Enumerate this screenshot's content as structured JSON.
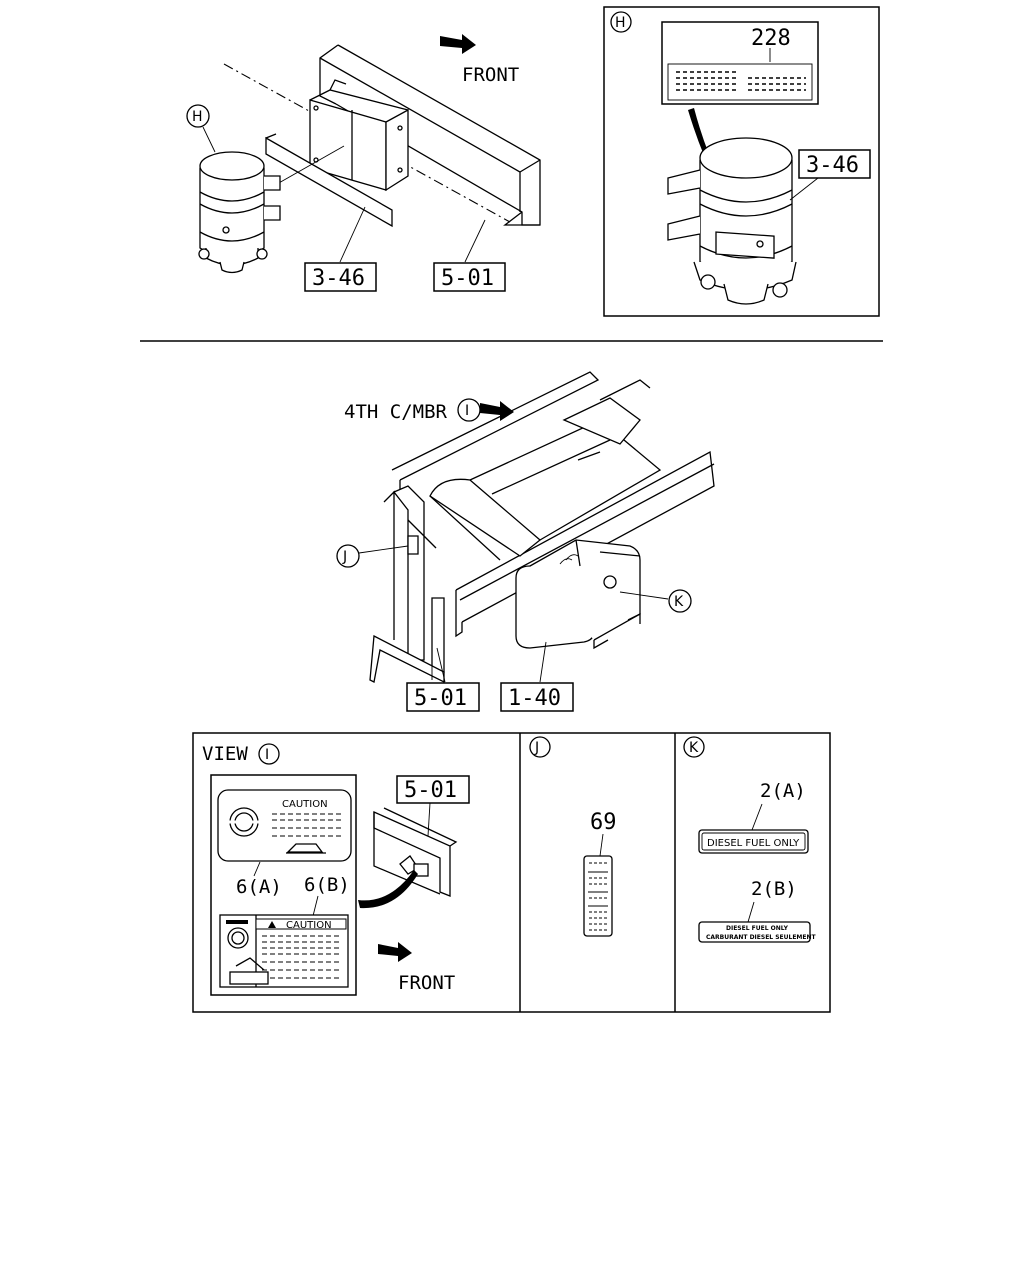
{
  "top_left": {
    "front_label": "FRONT",
    "callout_h": "H",
    "part_3_46": "3-46",
    "part_5_01": "5-01"
  },
  "detail_h": {
    "callout": "H",
    "part_228": "228",
    "part_3_46": "3-46"
  },
  "middle": {
    "callout_i": "I",
    "member_label": "4TH C/MBR",
    "callout_j": "J",
    "callout_k": "K",
    "part_5_01": "5-01",
    "part_1_40": "1-40"
  },
  "view_i": {
    "view_label": "VIEW",
    "callout": "I",
    "caution_a": "CAUTION",
    "caution_b": "CAUTION",
    "part_6a": "6(A)",
    "part_6b": "6(B)",
    "part_5_01": "5-01",
    "front_label": "FRONT"
  },
  "panel_j": {
    "callout": "J",
    "part_69": "69"
  },
  "panel_k": {
    "callout": "K",
    "part_2a": "2(A)",
    "label_2a": "DIESEL FUEL ONLY",
    "part_2b": "2(B)",
    "label_2b_line1": "DIESEL FUEL ONLY",
    "label_2b_line2": "CARBURANT DIESEL SEULEMENT"
  }
}
